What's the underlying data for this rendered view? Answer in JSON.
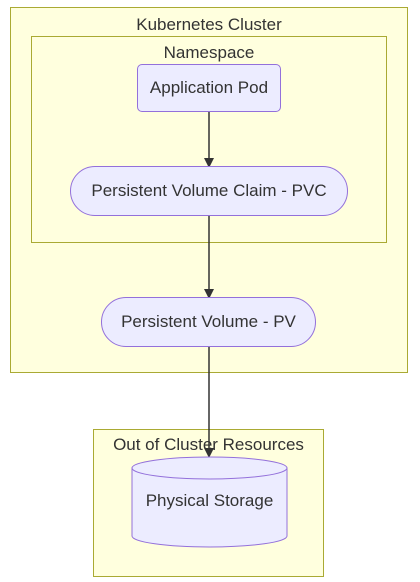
{
  "clusters": {
    "kubernetes": "Kubernetes Cluster",
    "namespace": "Namespace",
    "external": "Out of Cluster Resources"
  },
  "nodes": {
    "pod": "Application Pod",
    "pvc": "Persistent Volume Claim - PVC",
    "pv": "Persistent Volume - PV",
    "storage": "Physical Storage"
  },
  "edges": [
    {
      "from": "pod",
      "to": "pvc"
    },
    {
      "from": "pvc",
      "to": "pv"
    },
    {
      "from": "pv",
      "to": "storage"
    }
  ],
  "colors": {
    "cluster_fill": "#ffffde",
    "cluster_border": "#aaaa33",
    "node_fill": "#ececff",
    "node_border": "#9370db",
    "edge": "#333333"
  }
}
